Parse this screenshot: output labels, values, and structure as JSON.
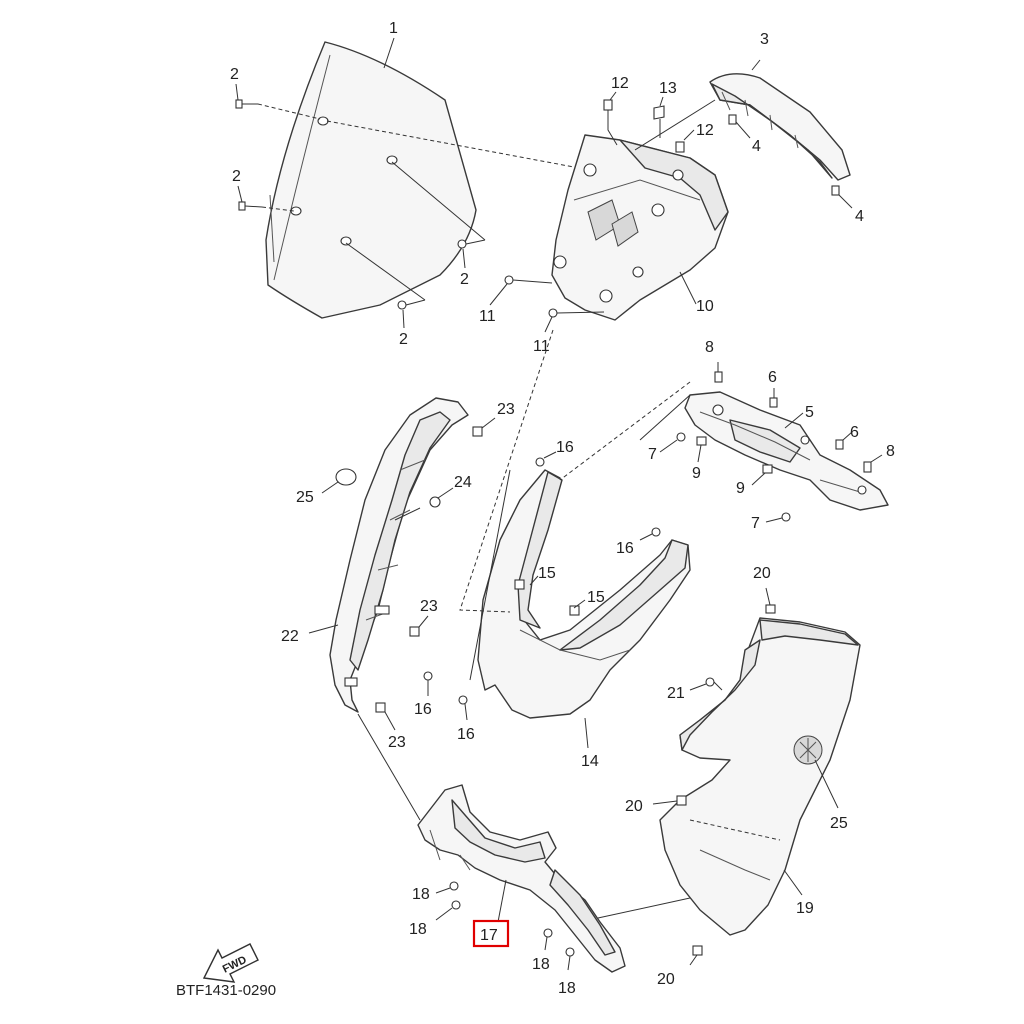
{
  "diagram": {
    "code": "BTF1431-0290",
    "fwd_label": "FWD",
    "highlight_color": "#e00000",
    "labels": {
      "p1": "1",
      "p2": "2",
      "p3": "3",
      "p4": "4",
      "p5": "5",
      "p6": "6",
      "p7": "7",
      "p8": "8",
      "p9": "9",
      "p10": "10",
      "p11": "11",
      "p12": "12",
      "p13": "13",
      "p14": "14",
      "p15": "15",
      "p16": "16",
      "p17": "17",
      "p18": "18",
      "p19": "19",
      "p20": "20",
      "p21": "21",
      "p22": "22",
      "p23": "23",
      "p24": "24",
      "p25": "25"
    },
    "highlighted_part": "17"
  }
}
